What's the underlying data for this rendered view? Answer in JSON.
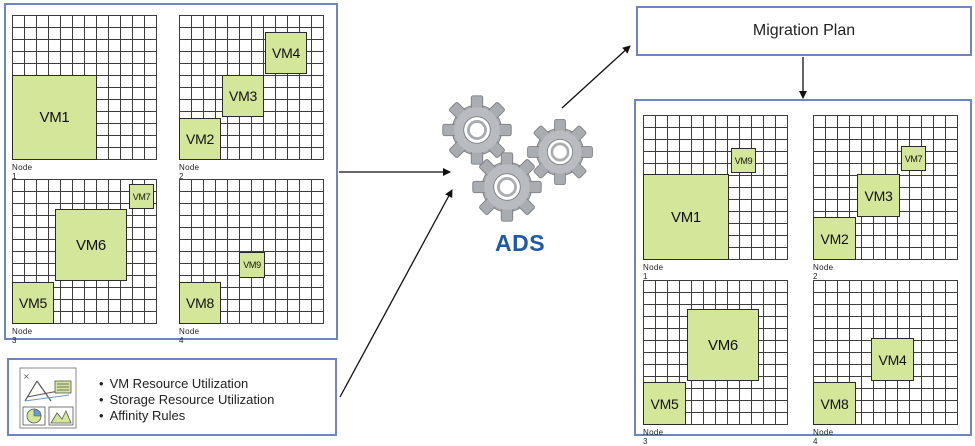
{
  "before": {
    "nodes": [
      {
        "label": "Node 1",
        "vms": [
          {
            "name": "VM1"
          }
        ]
      },
      {
        "label": "Node 2",
        "vms": [
          {
            "name": "VM2"
          },
          {
            "name": "VM3"
          },
          {
            "name": "VM4"
          }
        ]
      },
      {
        "label": "Node 3",
        "vms": [
          {
            "name": "VM5"
          },
          {
            "name": "VM6"
          },
          {
            "name": "VM7"
          }
        ]
      },
      {
        "label": "Node 4",
        "vms": [
          {
            "name": "VM8"
          },
          {
            "name": "VM9"
          }
        ]
      }
    ]
  },
  "after": {
    "nodes": [
      {
        "label": "Node 1",
        "vms": [
          {
            "name": "VM1"
          },
          {
            "name": "VM9"
          }
        ]
      },
      {
        "label": "Node 2",
        "vms": [
          {
            "name": "VM2"
          },
          {
            "name": "VM3"
          },
          {
            "name": "VM7"
          }
        ]
      },
      {
        "label": "Node 3",
        "vms": [
          {
            "name": "VM5"
          },
          {
            "name": "VM6"
          }
        ]
      },
      {
        "label": "Node 4",
        "vms": [
          {
            "name": "VM8"
          },
          {
            "name": "VM4"
          }
        ]
      }
    ]
  },
  "engine": {
    "label": "ADS",
    "icon": "gears-icon"
  },
  "output": {
    "label": "Migration Plan"
  },
  "inputs": {
    "icon": "analytics-icon",
    "items": [
      "VM Resource Utilization",
      "Storage Resource Utilization",
      "Affinity Rules"
    ]
  },
  "colors": {
    "vm_fill": "#d4e69a",
    "panel_border": "#6d86bf",
    "ads_text": "#1f5aa6",
    "gear": "#a9adb2"
  }
}
